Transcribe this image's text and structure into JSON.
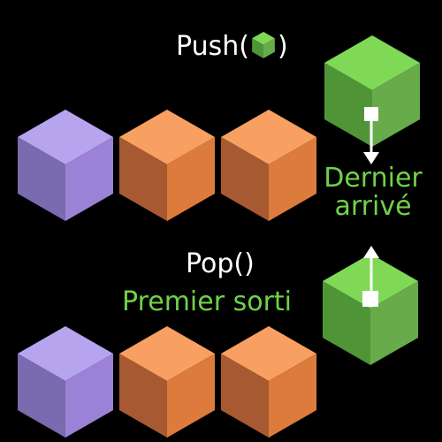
{
  "diagram": {
    "push": {
      "prefix": "Push(",
      "suffix": ")",
      "item_icon": "green-cube-icon"
    },
    "pop": {
      "label": "Pop()"
    },
    "top_annotation": {
      "text": "Dernier arrivé"
    },
    "bottom_annotation": {
      "text": "Premier sorti"
    },
    "colors": {
      "background": "#000000",
      "text": "#ffffff",
      "accent_green": "#6fd24a",
      "purple_cube": "#9b82d6",
      "orange_cube": "#f28a4a",
      "green_cube": "#7fd957",
      "arrow": "#ffffff"
    },
    "stacks": {
      "before_push": [
        "purple",
        "orange",
        "orange"
      ],
      "after_pop": [
        "purple",
        "orange",
        "orange"
      ],
      "incoming_item": "green",
      "outgoing_item": "green"
    }
  }
}
